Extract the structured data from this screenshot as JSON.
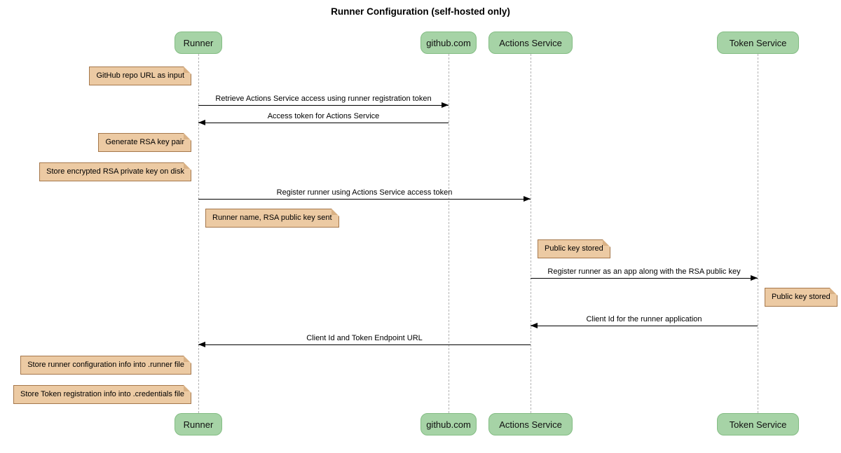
{
  "title": "Runner Configuration (self-hosted only)",
  "participants": [
    {
      "label": "Runner"
    },
    {
      "label": "github.com"
    },
    {
      "label": "Actions Service"
    },
    {
      "label": "Token Service"
    }
  ],
  "messages": [
    {
      "from": "Runner",
      "to": "github.com",
      "label": "Retrieve Actions Service access using runner registration token"
    },
    {
      "from": "github.com",
      "to": "Runner",
      "label": "Access token for Actions Service"
    },
    {
      "from": "Runner",
      "to": "Actions Service",
      "label": "Register runner using Actions Service access token"
    },
    {
      "from": "Actions Service",
      "to": "Token Service",
      "label": "Register runner as an app along with the RSA public key"
    },
    {
      "from": "Token Service",
      "to": "Actions Service",
      "label": "Client Id for the runner application"
    },
    {
      "from": "Actions Service",
      "to": "Runner",
      "label": "Client Id and Token Endpoint URL"
    }
  ],
  "notes": [
    {
      "label": "GitHub repo URL as input",
      "position": "left of Runner"
    },
    {
      "label": "Generate RSA key pair",
      "position": "left of Runner"
    },
    {
      "label": "Store encrypted RSA private key on disk",
      "position": "left of Runner"
    },
    {
      "label": "Runner name, RSA public key sent",
      "position": "right of Runner"
    },
    {
      "label": "Public key stored",
      "position": "right of Actions Service"
    },
    {
      "label": "Public key stored",
      "position": "right of Token Service"
    },
    {
      "label": "Store runner configuration info into .runner file",
      "position": "left of Runner"
    },
    {
      "label": "Store Token registration info into .credentials file",
      "position": "left of Runner"
    }
  ],
  "colors": {
    "participant_fill": "#a6d3a6",
    "participant_border": "#84bd84",
    "note_fill": "#eccaa3",
    "note_border": "#a5774b",
    "note_fold": "#d9b185",
    "lifeline": "#b3b3b3",
    "arrow": "#000000",
    "background": "#ffffff"
  }
}
